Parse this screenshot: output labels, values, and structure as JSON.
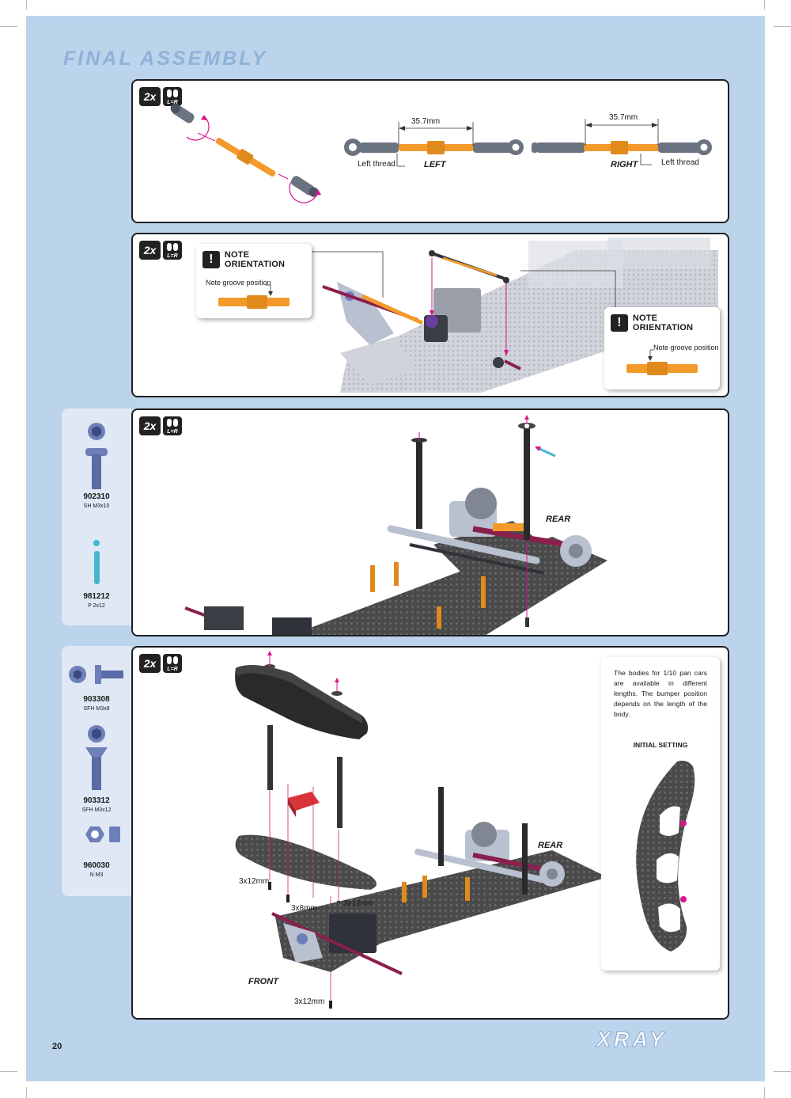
{
  "page": {
    "title": "FINAL ASSEMBLY",
    "number": "20",
    "brand": "XRAY"
  },
  "badges": {
    "quantity": "2x",
    "symmetry": "L=R"
  },
  "colors": {
    "background": "#bcd3ec",
    "accent_orange": "#f39a2b",
    "accent_magenta": "#d6168c",
    "carbon": "#4a4a4a",
    "alloy": "#b9c0cf"
  },
  "step1": {
    "dimension_left": "35.7mm",
    "dimension_right": "35.7mm",
    "left_thread_a": "Left thread",
    "left_label": "LEFT",
    "right_label": "RIGHT",
    "left_thread_b": "Left thread"
  },
  "step2": {
    "note1_title": "NOTE ORIENTATION",
    "note1_text": "Note groove position",
    "note2_title": "NOTE ORIENTATION",
    "note2_text": "Note groove position"
  },
  "step3": {
    "rear_label": "REAR",
    "parts": [
      {
        "code": "902310",
        "desc": "SH M3x10",
        "icon": "socket-head-screw-icon"
      },
      {
        "code": "981212",
        "desc": "P 2x12",
        "icon": "pin-icon"
      }
    ]
  },
  "step4": {
    "rear_label": "REAR",
    "front_label": "FRONT",
    "screw_labels": [
      "3x12mm",
      "3x8mm",
      "3x12mm",
      "3x12mm"
    ],
    "info_text": "The bodies for 1/10 pan cars are available in different lengths. The bumper position depends on the length of the body.",
    "initial_setting": "INITIAL SETTING",
    "parts": [
      {
        "code": "903308",
        "desc": "SFH M3x8",
        "icon": "flat-head-screw-icon"
      },
      {
        "code": "903312",
        "desc": "SFH M3x12",
        "icon": "flat-head-screw-icon"
      },
      {
        "code": "960030",
        "desc": "N M3",
        "icon": "nut-icon"
      }
    ]
  }
}
